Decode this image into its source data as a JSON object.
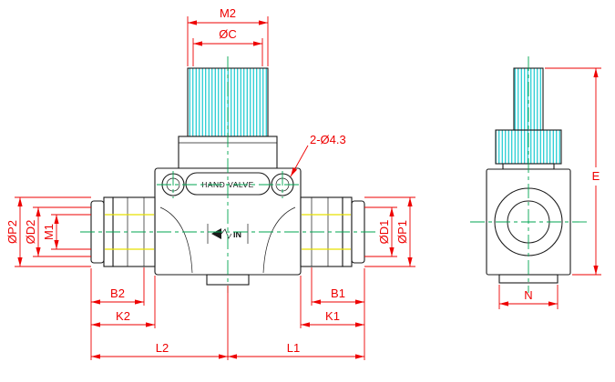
{
  "drawing": {
    "type_label": "HAND VALVE",
    "flow_label": "IN"
  },
  "colors": {
    "dimension_red": "#ee0000",
    "centerline_green": "#00a651",
    "knurl_cyan": "#00c4cc",
    "outline_black": "#1a1a1a",
    "bore_yellow": "#e8e100",
    "background": "#ffffff"
  },
  "dims": {
    "m2": "M2",
    "c": "ØC",
    "holes": "2-Ø4.3",
    "m1": "M1",
    "p2": "ØP2",
    "d2": "ØD2",
    "d1": "ØD1",
    "p1": "ØP1",
    "b2": "B2",
    "k2": "K2",
    "l2": "L2",
    "b1": "B1",
    "k1": "K1",
    "l1": "L1",
    "e": "E",
    "n": "N"
  }
}
